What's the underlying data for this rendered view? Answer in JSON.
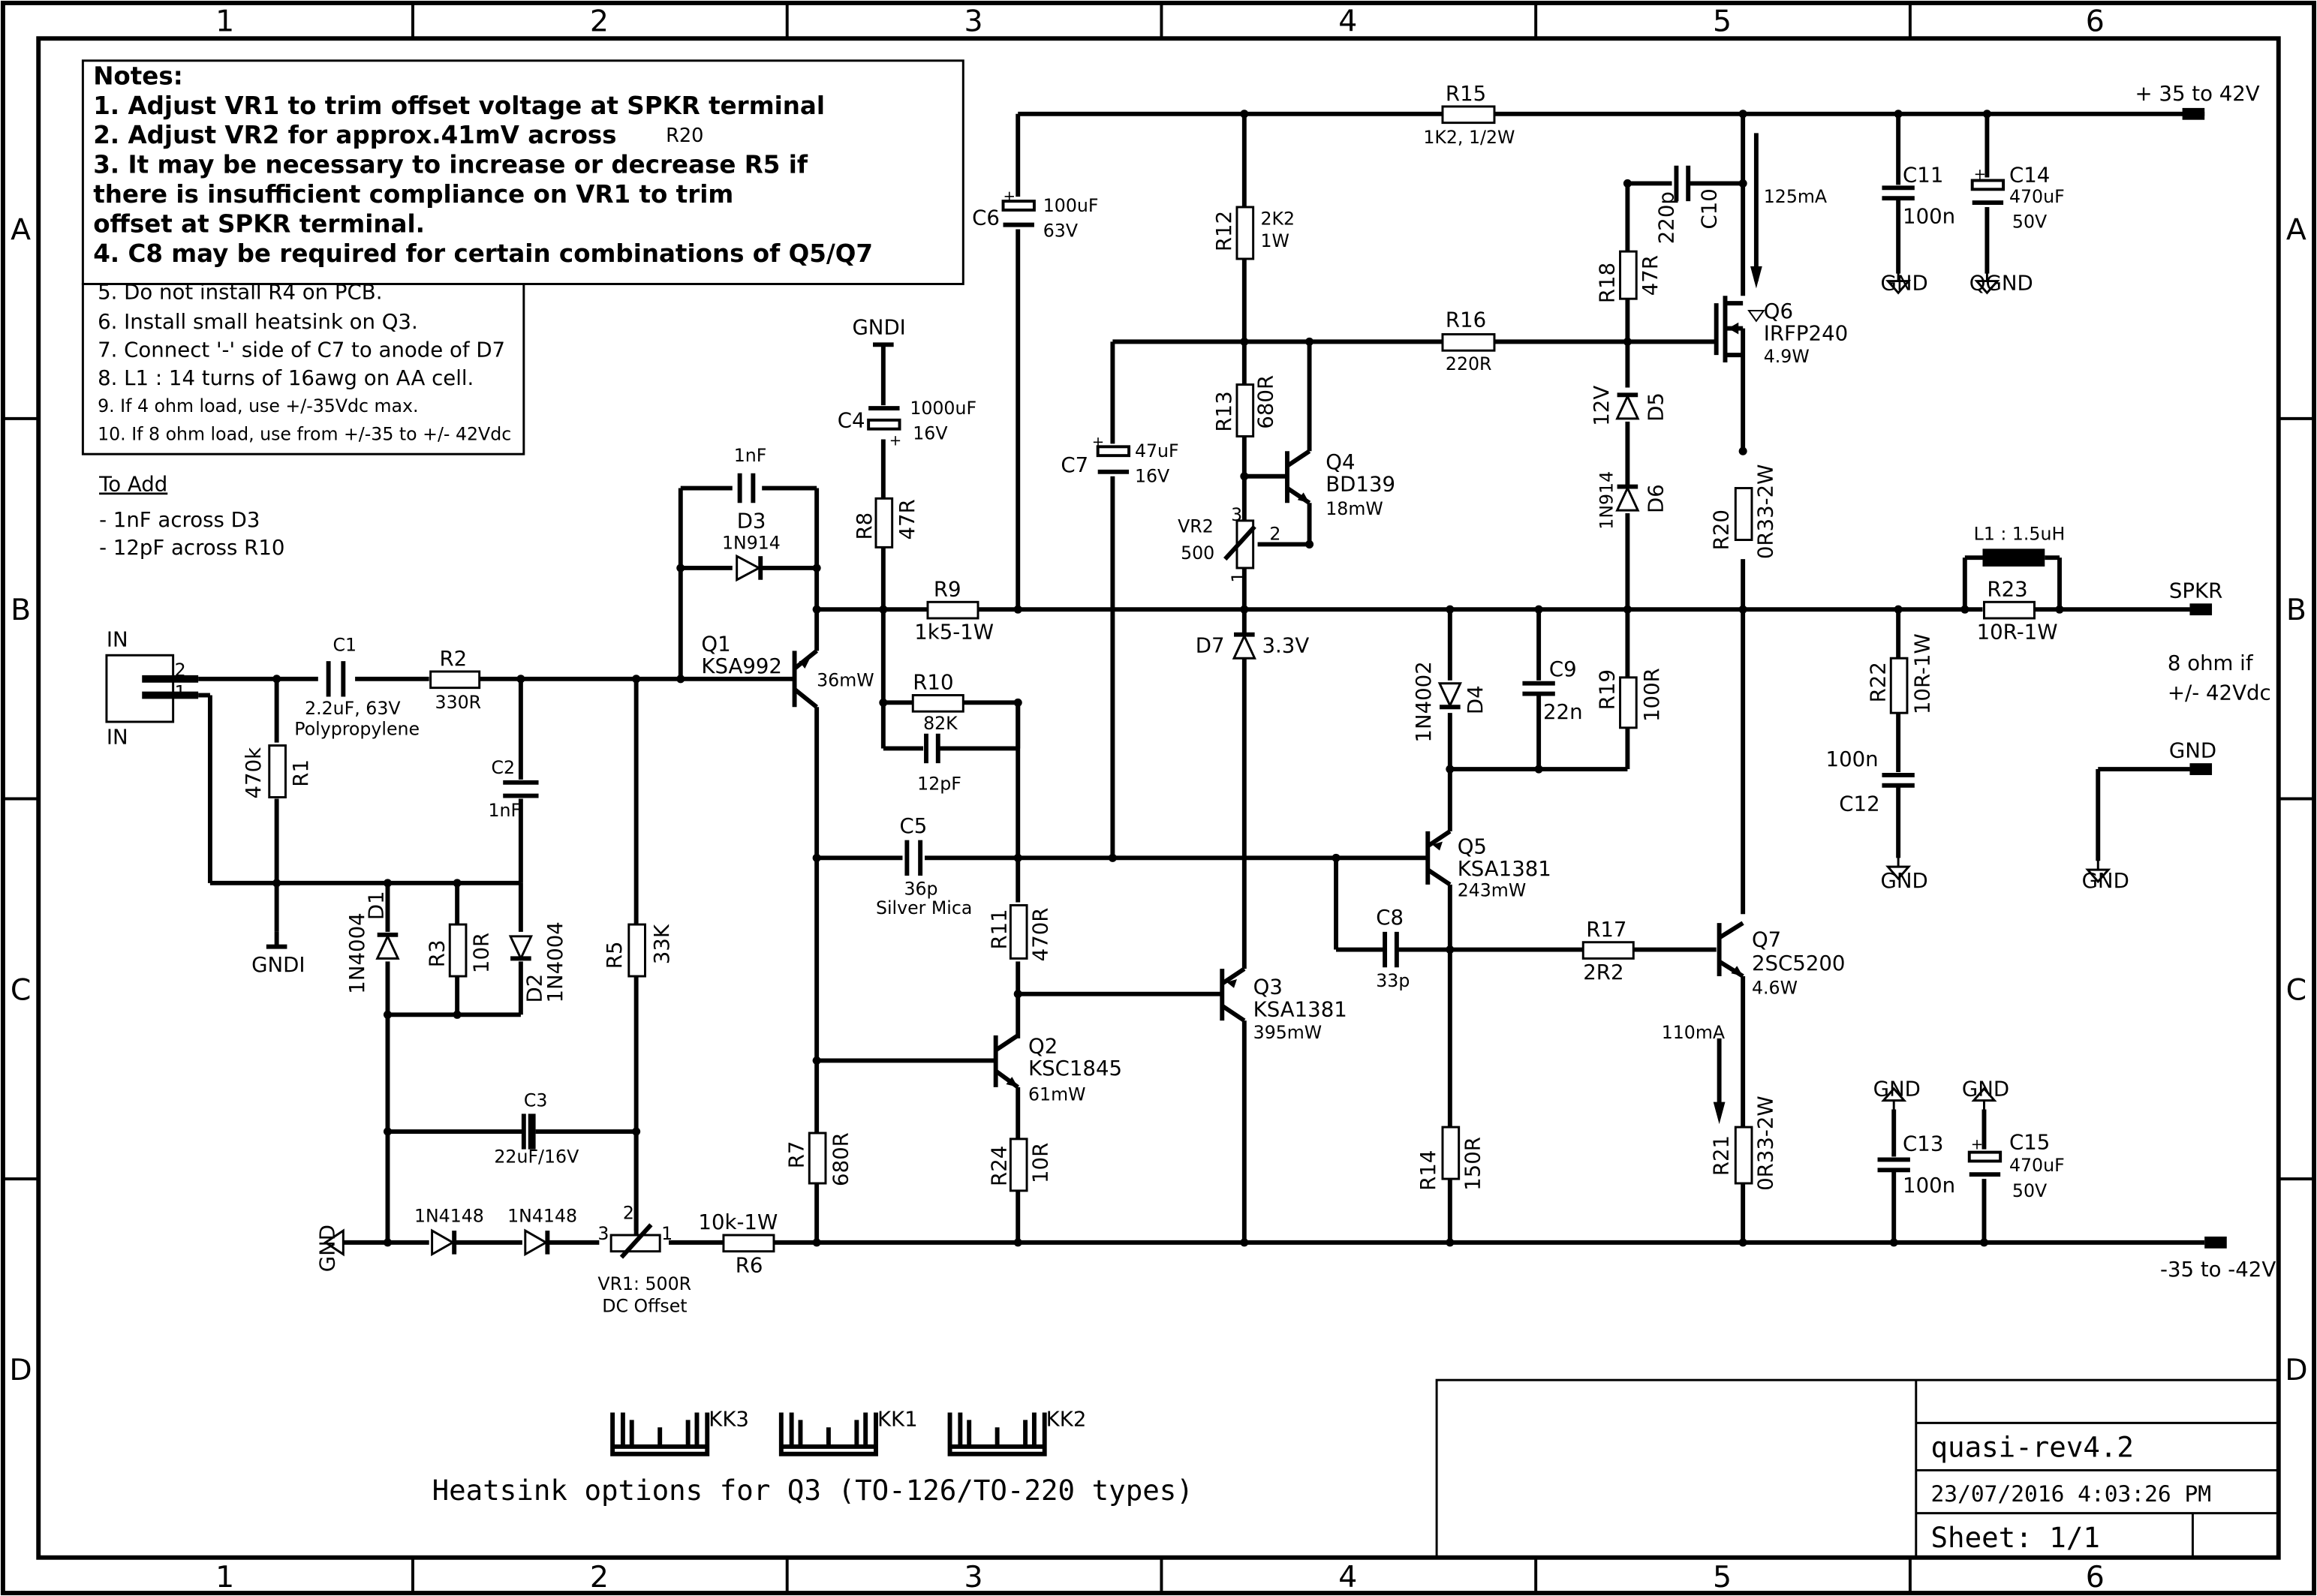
{
  "border": {
    "columns": [
      "1",
      "2",
      "3",
      "4",
      "5",
      "6"
    ],
    "rows": [
      "A",
      "B",
      "C",
      "D"
    ]
  },
  "notes": {
    "title": "Notes:",
    "lines": [
      "1. Adjust VR1 to trim offset voltage at SPKR terminal",
      "2. Adjust VR2 for approx.41mV across",
      "3. It may be necessary to increase or decrease R5 if",
      "there is insufficient compliance on VR1 to trim",
      "offset at SPKR terminal.",
      "4. C8 may be required for certain combinations of Q5/Q7"
    ],
    "line2_suffix": "R20",
    "small_lines": [
      "5.    Do not install R4 on PCB.",
      "6.    Install small heatsink on Q3.",
      "7.    Connect '-' side of C7 to anode of D7",
      "8.    L1 : 14 turns of 16awg on AA cell.",
      "9.    If 4 ohm load, use +/-35Vdc max.",
      "10.   If 8 ohm load, use from +/-35 to +/- 42Vdc"
    ]
  },
  "to_add": {
    "title": "To Add",
    "items": [
      "- 1nF across D3",
      "- 12pF across R10"
    ]
  },
  "labels": {
    "in_top": "IN",
    "in_bottom": "IN",
    "pin2": "2",
    "pin1": "1",
    "c1": "C1",
    "c1_val": "2.2uF, 63V",
    "c1_type": "Polypropylene",
    "r2": "R2",
    "r2_val": "330R",
    "r1": "R1",
    "r1_val": "470k",
    "c2": "C2",
    "c2_val": "1nF",
    "gndi1": "GNDI",
    "gndi2": "GNDI",
    "d1": "D1",
    "d1_val": "1N4004",
    "r3": "R3",
    "r3_val": "10R",
    "d2": "D2",
    "d2_val": "1N4004",
    "r5": "R5",
    "r5_val": "33K",
    "c3": "C3",
    "c3_val": "22uF/16V",
    "gnd_left": "GND",
    "d_1n4148a": "1N4148",
    "d_1n4148b": "1N4148",
    "vr1_p3": "3",
    "vr1_p2": "2",
    "vr1_p1": "1",
    "vr1": "VR1: 500R",
    "vr1_desc": "DC Offset",
    "r6": "R6",
    "r6_val": "10k-1W",
    "d3_cap": "1nF",
    "d3": "D3",
    "d3_val": "1N914",
    "q1": "Q1",
    "q1_val": "KSA992",
    "q1_pow": "36mW",
    "c4": "C4",
    "c4_val": "1000uF",
    "c4_v": "16V",
    "r8": "R8",
    "r8_val": "47R",
    "r9": "R9",
    "r9_val": "1k5-1W",
    "r10": "R10",
    "r10_val": "82K",
    "r10_cap": "12pF",
    "c5": "C5",
    "c5_val": "36p",
    "c5_type": "Silver Mica",
    "r11": "R11",
    "r11_val": "470R",
    "q2": "Q2",
    "q2_val": "KSC1845",
    "q2_pow": "61mW",
    "r7": "R7",
    "r7_val": "680R",
    "r24": "R24",
    "r24_val": "10R",
    "c6": "C6",
    "c6_val": "100uF",
    "c6_v": "63V",
    "c7": "C7",
    "c7_val": "47uF",
    "c7_v": "16V",
    "r12": "R12",
    "r12_val": "2K2",
    "r12_p": "1W",
    "r13": "R13",
    "r13_val": "680R",
    "q4": "Q4",
    "q4_val": "BD139",
    "q4_pow": "18mW",
    "vr2": "VR2",
    "vr2_val": "500",
    "vr2_p3": "3",
    "vr2_p2": "2",
    "vr2_p1": "1",
    "d7": "D7",
    "d7_val": "3.3V",
    "q3": "Q3",
    "q3_val": "KSA1381",
    "q3_pow": "395mW",
    "r15": "R15",
    "r15_val": "1K2, 1/2W",
    "r16": "R16",
    "r16_val": "220R",
    "r18": "R18",
    "r18_val": "47R",
    "c10": "C10",
    "c10_val": "220p",
    "d5": "D5",
    "d5_val": "12V",
    "d6": "D6",
    "d6_val": "1N914",
    "q6": "Q6",
    "q6_val": "IRFP240",
    "q6_pow": "4.9W",
    "i_125": "125mA",
    "d4": "D4",
    "d4_val": "1N4002",
    "c9": "C9",
    "c9_val": "22n",
    "r19": "R19",
    "r19_val": "100R",
    "q5": "Q5",
    "q5_val": "KSA1381",
    "q5_pow": "243mW",
    "c8": "C8",
    "c8_val": "33p",
    "r17": "R17",
    "r17_val": "2R2",
    "q7": "Q7",
    "q7_val": "2SC5200",
    "q7_pow": "4.6W",
    "i_110": "110mA",
    "r14": "R14",
    "r14_val": "150R",
    "r20": "R20",
    "r20_val": "0R33-2W",
    "r21": "R21",
    "r21_val": "0R33-2W",
    "c11": "C11",
    "c11_val": "100n",
    "c14": "C14",
    "c14_val": "470uF",
    "c14_v": "50V",
    "gnd_c11": "GND",
    "qgnd": "QGND",
    "vplus": "+ 35 to 42V",
    "l1": "L1 : 1.5uH",
    "r23": "R23",
    "r23_val": "10R-1W",
    "spkr": "SPKR",
    "note_8ohm1": "8 ohm if",
    "note_8ohm2": "+/- 42Vdc",
    "r22": "R22",
    "r22_val": "10R-1W",
    "c12": "C12",
    "c12_val": "100n",
    "gnd_c12": "GND",
    "gnd_right": "GND",
    "gnd_right2": "GND",
    "c13": "C13",
    "c13_val": "100n",
    "c15": "C15",
    "c15_val": "470uF",
    "c15_v": "50V",
    "gnd_c13": "GND",
    "gnd_c15": "GND",
    "vminus": "-35 to -42V"
  },
  "heatsink": {
    "kk3": "KK3",
    "kk1": "KK1",
    "kk2": "KK2",
    "caption": "Heatsink options for Q3 (TO-126/TO-220 types)"
  },
  "title_block": {
    "name": "quasi-rev4.2",
    "date": "23/07/2016 4:03:26 PM",
    "sheet": "Sheet: 1/1"
  }
}
